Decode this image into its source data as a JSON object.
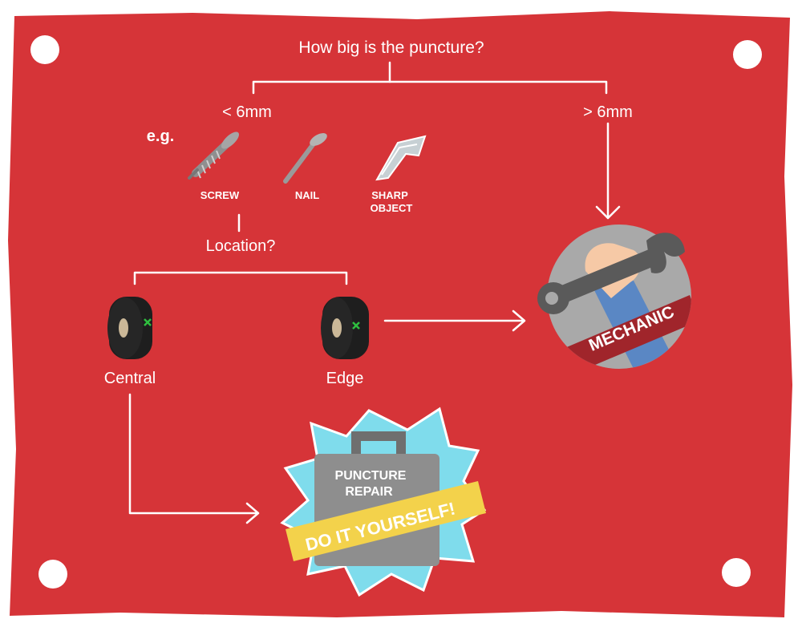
{
  "diagram": {
    "question": "How big is the puncture?",
    "small_branch": "< 6mm",
    "large_branch": "> 6mm",
    "examples_label": "e.g.",
    "examples": [
      {
        "icon": "screw-icon",
        "label": "SCREW"
      },
      {
        "icon": "nail-icon",
        "label": "NAIL"
      },
      {
        "icon": "sharp-object-icon",
        "label_line1": "SHARP",
        "label_line2": "OBJECT"
      }
    ],
    "location_question": "Location?",
    "locations": [
      {
        "icon": "tyre-icon",
        "label": "Central"
      },
      {
        "icon": "tyre-icon",
        "label": "Edge"
      }
    ],
    "mechanic": {
      "icon": "wrench-icon",
      "label": "MECHANIC"
    },
    "diy": {
      "icon": "repair-kit-icon",
      "kit_line1": "PUNCTURE",
      "kit_line2": "REPAIR",
      "banner": "DO IT YOURSELF!"
    }
  },
  "colors": {
    "background": "#d63438",
    "line": "#ffffff",
    "tyre": "#1e1e1e",
    "hub": "#cbb898",
    "mark": "#2fbf3f",
    "mechanic_circle": "#a9a9a9",
    "mechanic_banner": "#a0252b",
    "diy_burst": "#7fdcec",
    "diy_kit": "#8e8e8e",
    "diy_banner": "#f3d24b"
  }
}
